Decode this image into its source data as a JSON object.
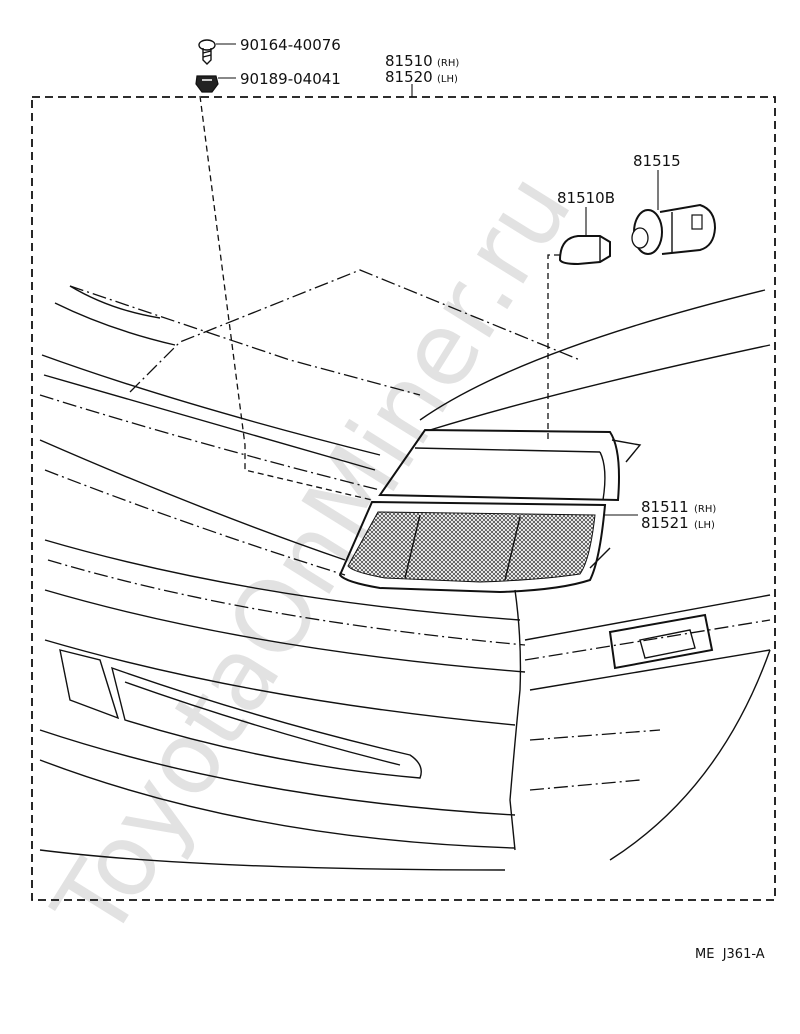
{
  "watermark": "ToyotaOnMiner.ru",
  "parts": {
    "screw": {
      "number": "90164-40076"
    },
    "clip": {
      "number": "90189-04041"
    },
    "lamp_assy": {
      "number_rh": "81510",
      "tag_rh": "(RH)",
      "number_lh": "81520",
      "tag_lh": "(LH)"
    },
    "bulb": {
      "number": "81510B"
    },
    "socket": {
      "number": "81515"
    },
    "lens": {
      "number_rh": "81511",
      "tag_rh": "(RH)",
      "number_lh": "81521",
      "tag_lh": "(LH)"
    }
  },
  "reference": "ME  J361-A",
  "icons": {
    "screw": "screw-icon",
    "clip": "clip-icon",
    "bulb": "bulb-icon",
    "socket": "socket-icon",
    "lens": "lens-icon"
  }
}
